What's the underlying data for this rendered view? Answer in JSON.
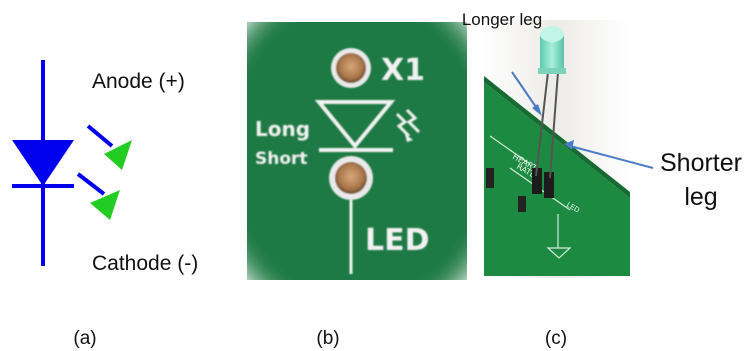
{
  "panel_a": {
    "anode_label": "Anode (+)",
    "cathode_label": "Cathode (-)",
    "caption": "(a)",
    "colors": {
      "symbol": "#0000ee",
      "emission": "#22cc22"
    }
  },
  "panel_b": {
    "ref_label": "X1",
    "long_label": "Long",
    "short_label": "Short",
    "led_label": "LED",
    "caption": "(b)",
    "colors": {
      "board": "#1e7a44",
      "silkscreen": "#f2f2f2",
      "pad": "#b98a5f"
    }
  },
  "panel_c": {
    "longer_leg_label": "Longer leg",
    "shorter_leg_label": "Shorter leg",
    "caption": "(c)",
    "board_text_1": "HEART",
    "board_text_2": "RATE",
    "board_text_3": "LED",
    "colors": {
      "board": "#1d8a42",
      "arrow": "#4a7cc4",
      "led": "#7fe0c8"
    }
  }
}
